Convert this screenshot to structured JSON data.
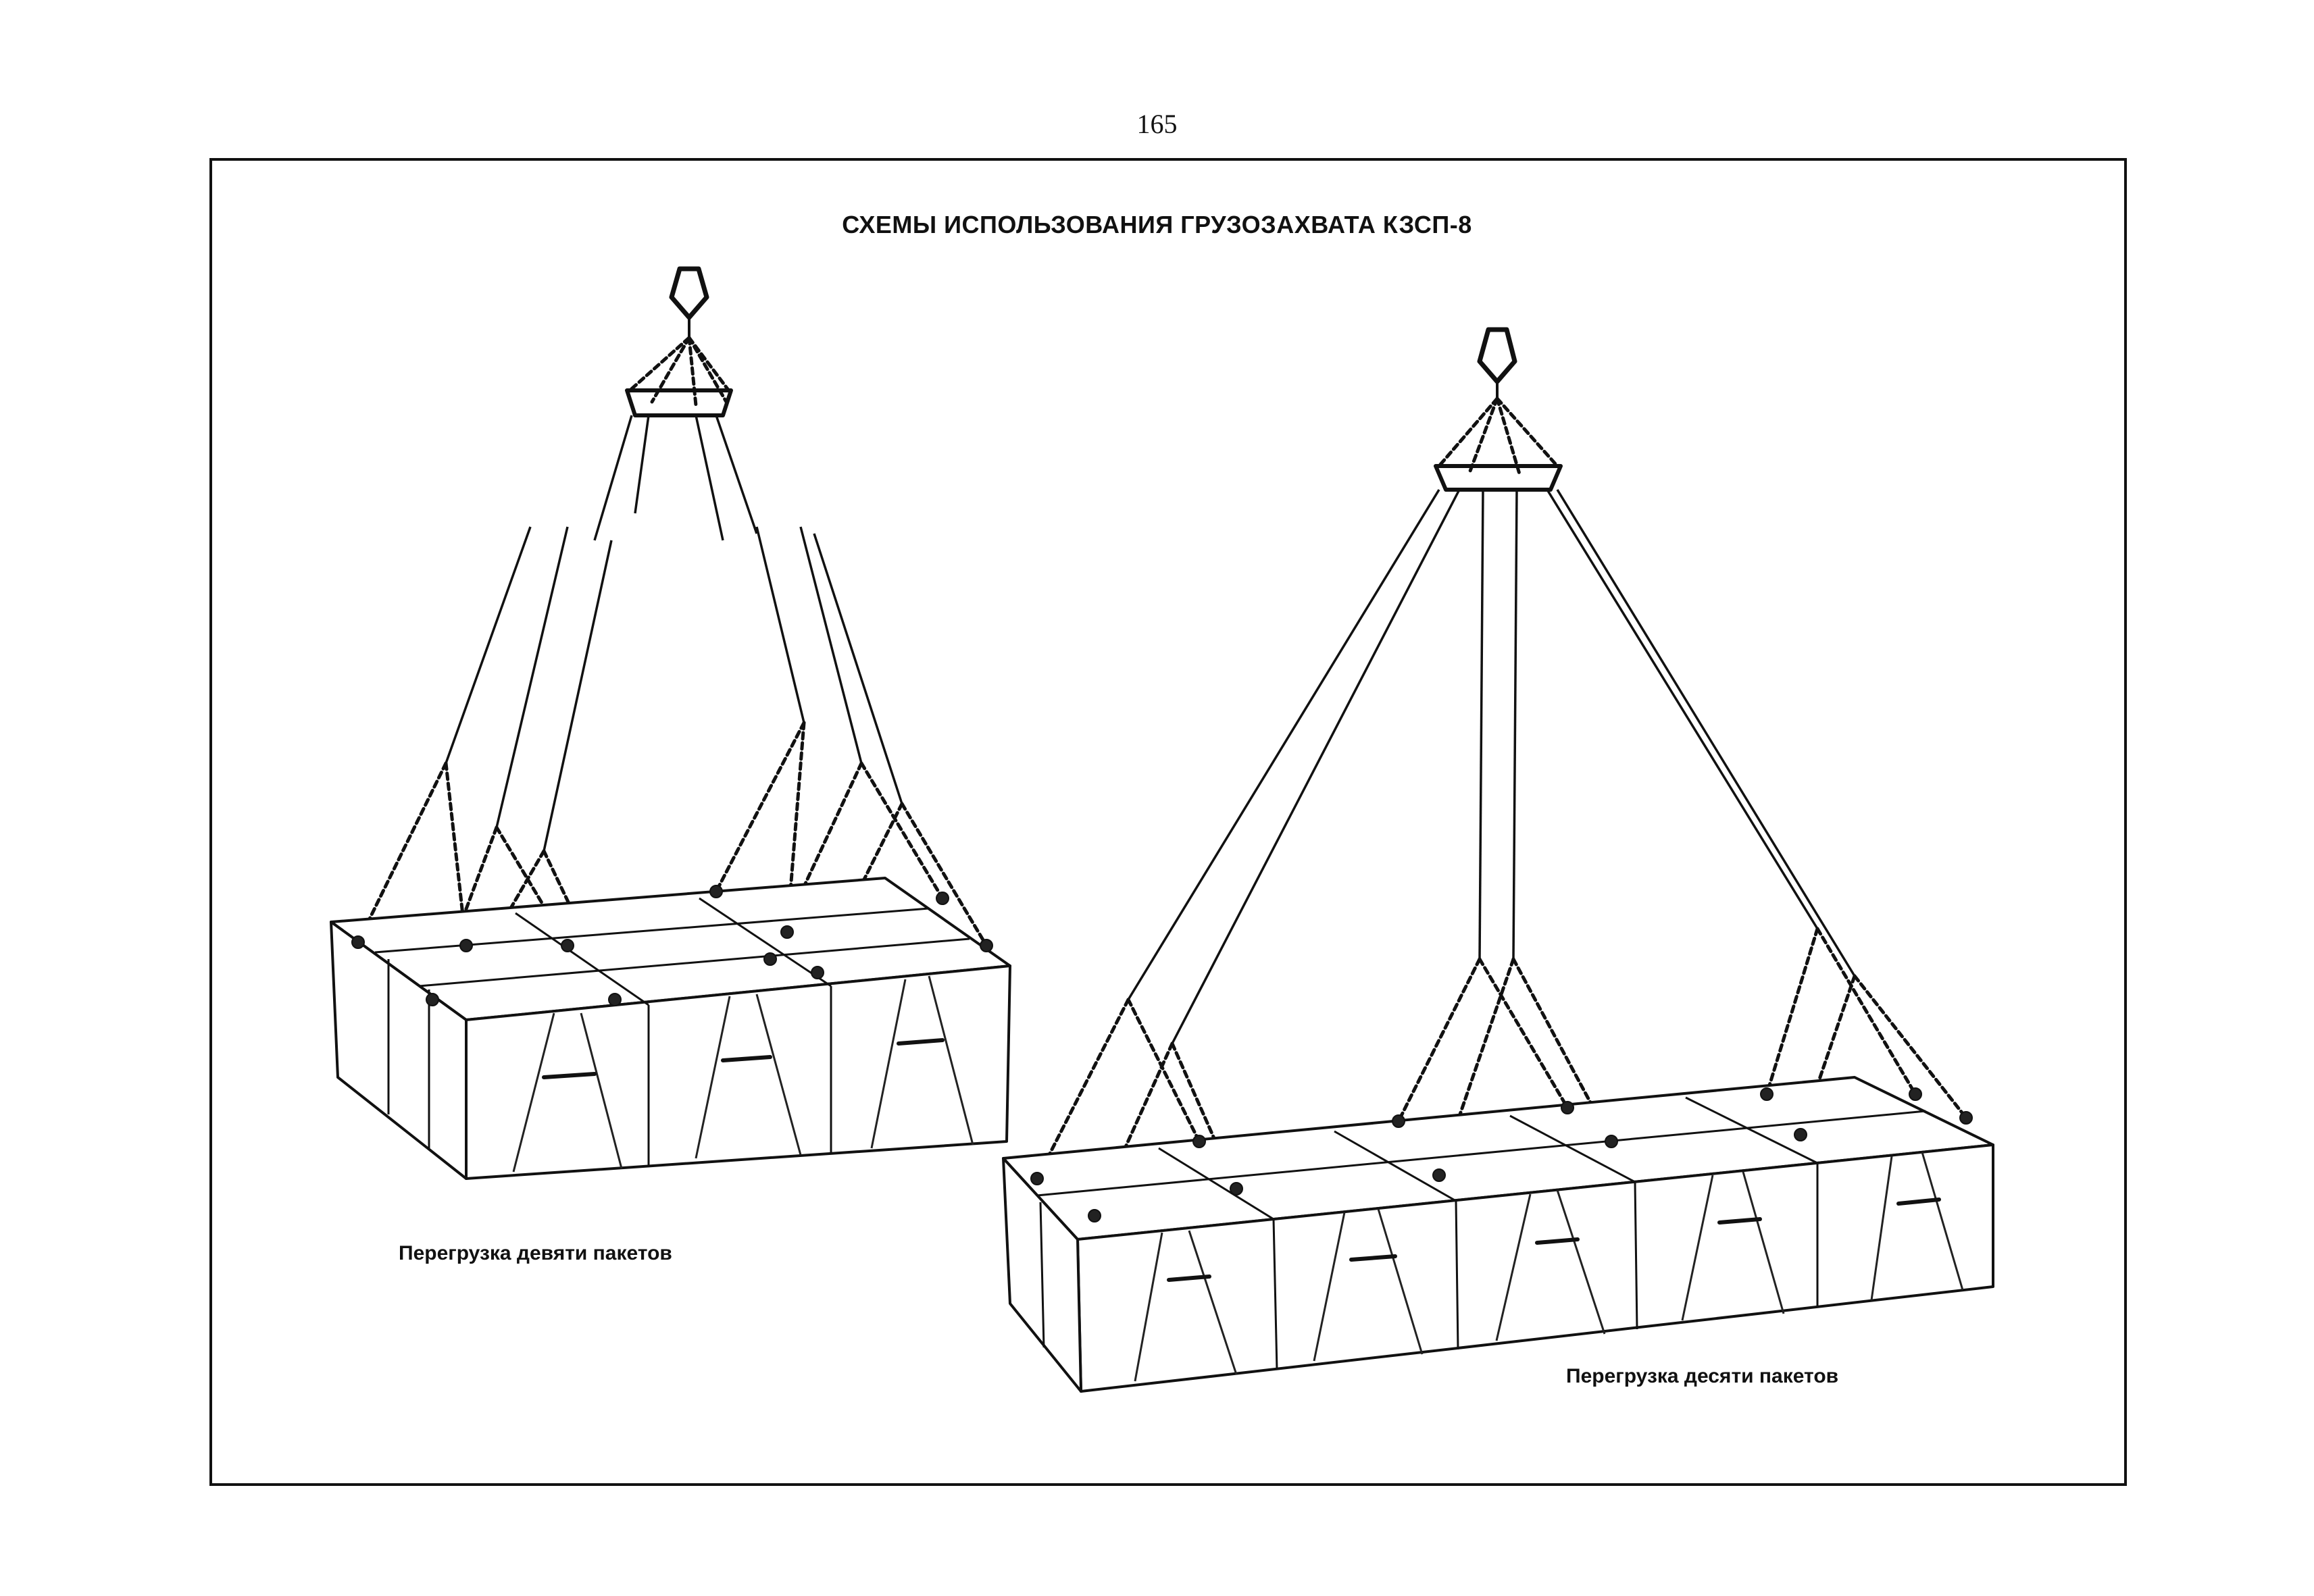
{
  "page_number": "165",
  "title": "СХЕМЫ ИСПОЛЬЗОВАНИЯ  ГРУЗОЗАХВАТА КЗСП-8",
  "figures": [
    {
      "caption": "Перегрузка девяти пакетов"
    },
    {
      "caption": "Перегрузка десяти пакетов"
    }
  ]
}
